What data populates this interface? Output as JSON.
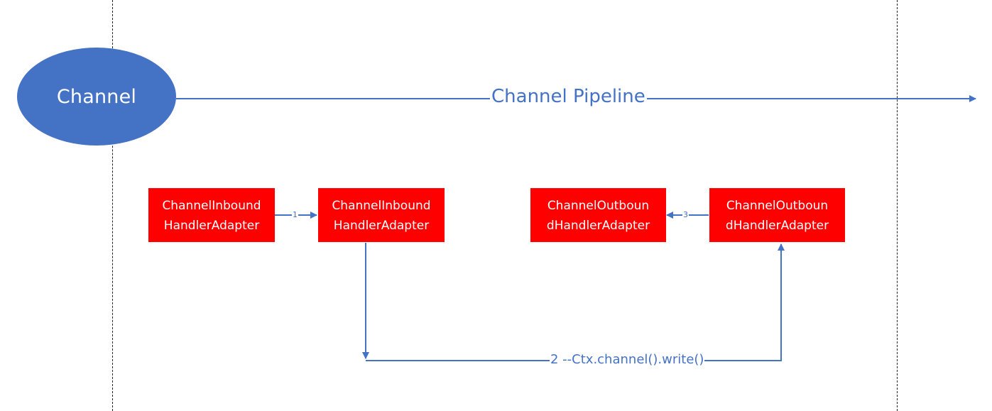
{
  "channel": {
    "label": "Channel"
  },
  "pipeline": {
    "label": "Channel Pipeline"
  },
  "handlers": [
    {
      "line1": "ChannelInbound",
      "line2": "HandlerAdapter"
    },
    {
      "line1": "ChannelInbound",
      "line2": "HandlerAdapter"
    },
    {
      "line1": "ChannelOutboun",
      "line2": "dHandlerAdapter"
    },
    {
      "line1": "ChannelOutboun",
      "line2": "dHandlerAdapter"
    }
  ],
  "arrows": {
    "step1": "1",
    "step2": "2 --Ctx.channel().write()",
    "step3": "3"
  },
  "colors": {
    "ellipse": "#4472c4",
    "line": "#4472c4",
    "handler": "#ff0000"
  }
}
